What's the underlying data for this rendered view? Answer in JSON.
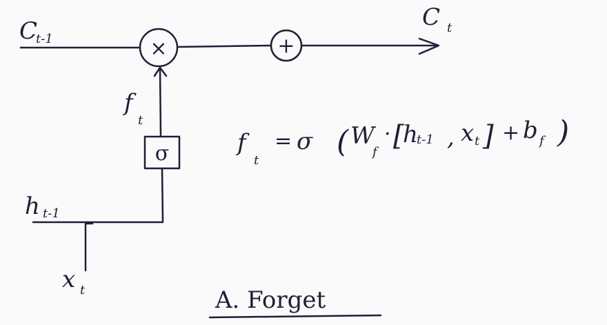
{
  "labels": {
    "c_prev": "C",
    "c_prev_sub": "t-1",
    "c_out": "C",
    "c_out_sub": "t",
    "h_prev": "h",
    "h_prev_sub": "t-1",
    "x_in": "x",
    "x_in_sub": "t",
    "f_gate": "f",
    "f_gate_sub": "t"
  },
  "operators": {
    "multiply": "×",
    "add": "+",
    "sigma": "σ"
  },
  "equation": {
    "lhs": "f",
    "lhs_sub": "t",
    "eq": "=",
    "sigma": "σ",
    "open_paren": "(",
    "W": "W",
    "W_sub": "f",
    "dot": "·",
    "open_bracket": "[",
    "h": "h",
    "h_sub": "t-1",
    "comma": ",",
    "x": "x",
    "x_sub": "t",
    "close_bracket": "]",
    "plus": "+",
    "b": "b",
    "b_sub": "f",
    "close_paren": ")"
  },
  "caption": "A. Forget",
  "colors": {
    "ink": "#1c1e3a",
    "background": "#fafafa"
  }
}
